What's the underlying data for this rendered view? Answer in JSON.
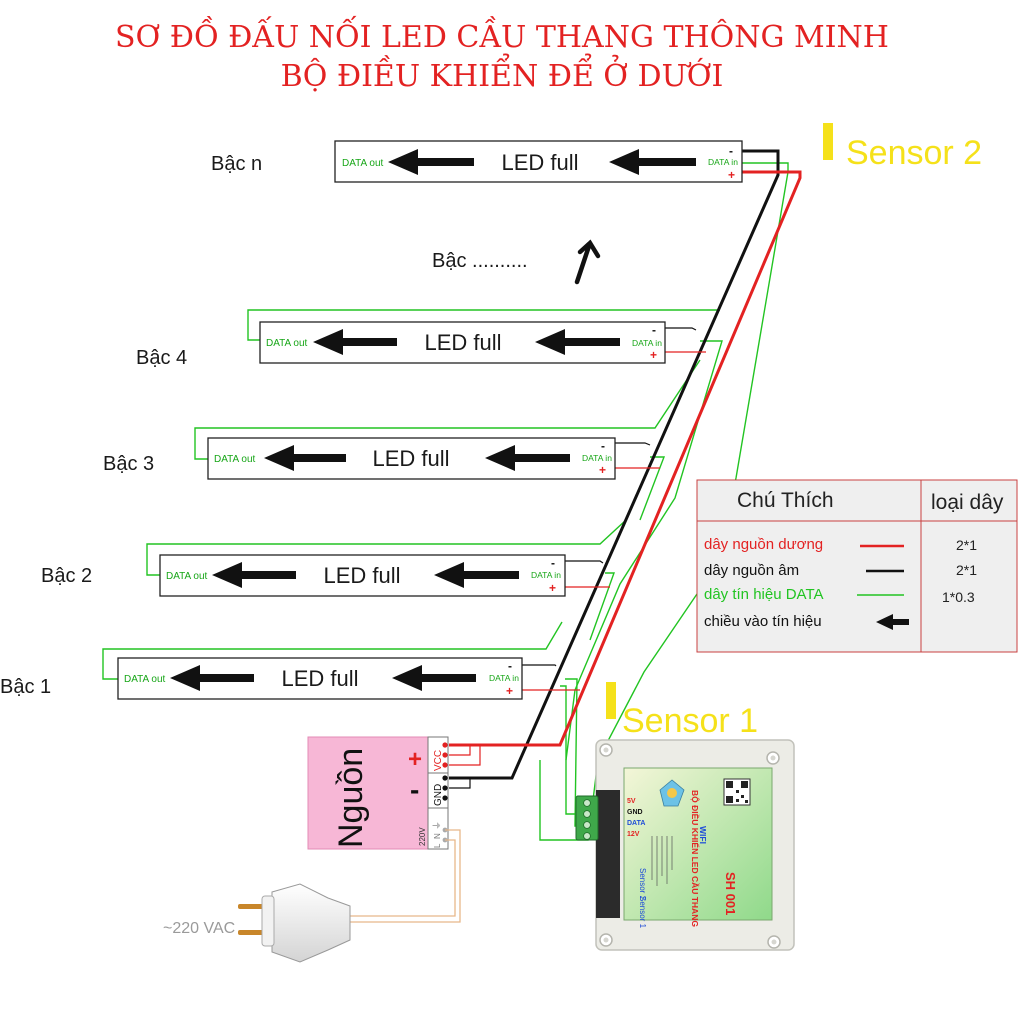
{
  "title": {
    "line1": "SƠ ĐỒ ĐẤU NỐI LED CẦU THANG THÔNG MINH",
    "line2": "BỘ ĐIỀU KHIỂN ĐỂ Ở DƯỚI"
  },
  "steps": [
    {
      "id": "n",
      "label": "Bậc n",
      "strip": "LED full",
      "data_out": "DATA out",
      "data_in": "DATA in",
      "minus": "-",
      "plus": "+"
    },
    {
      "id": "4",
      "label": "Bậc 4",
      "strip": "LED full",
      "data_out": "DATA out",
      "data_in": "DATA in",
      "minus": "-",
      "plus": "+"
    },
    {
      "id": "3",
      "label": "Bậc 3",
      "strip": "LED full",
      "data_out": "DATA out",
      "data_in": "DATA in",
      "minus": "-",
      "plus": "+"
    },
    {
      "id": "2",
      "label": "Bậc 2",
      "strip": "LED full",
      "data_out": "DATA out",
      "data_in": "DATA in",
      "minus": "-",
      "plus": "+"
    },
    {
      "id": "1",
      "label": "Bậc 1",
      "strip": "LED full",
      "data_out": "DATA out",
      "data_in": "DATA in",
      "minus": "-",
      "plus": "+"
    }
  ],
  "more_steps_label": "Bậc ..........",
  "sensors": {
    "top": "Sensor 2",
    "bottom": "Sensor 1"
  },
  "legend": {
    "header_left": "Chú Thích",
    "header_right": "loại dây",
    "rows": [
      {
        "label": "dây nguồn dương",
        "value": "2*1",
        "color": "#e32222"
      },
      {
        "label": "dây nguồn âm",
        "value": "2*1",
        "color": "#111111"
      },
      {
        "label": "dây tín hiệu DATA",
        "value": "1*0.3",
        "color": "#22c422"
      },
      {
        "label": "chiều vào tín hiệu",
        "value": "",
        "color": "#111111"
      }
    ]
  },
  "power_supply": {
    "label": "Nguồn",
    "plus": "+",
    "minus": "-",
    "vcc": "VCC",
    "gnd": "GND",
    "ground_symbol": "⏚",
    "n": "N",
    "l": "L",
    "voltage": "220V"
  },
  "plug_label": "~220 VAC",
  "controller": {
    "lines": [
      "BỘ ĐIỀU KHIỂN LED CẦU THANG",
      "WIFI"
    ],
    "pins": [
      "5V",
      "GND",
      "DATA",
      "12V"
    ],
    "inputs": [
      "Sensor 1",
      "Sensor 2"
    ],
    "model": "SH 001"
  },
  "colors": {
    "red_wire": "#e32222",
    "black_wire": "#111111",
    "green_wire": "#22c422",
    "title": "#e32222",
    "sensor": "#f5e11a",
    "power_box": "#f7b7d6",
    "legend_bg": "#efefef"
  }
}
